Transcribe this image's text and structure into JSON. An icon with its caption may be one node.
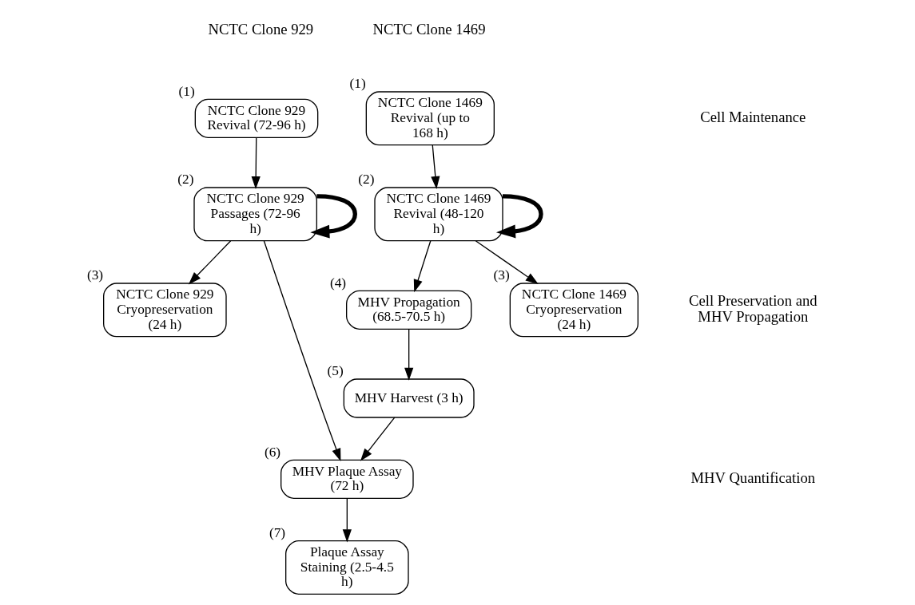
{
  "diagram": {
    "nodes": [
      {
        "text": [
          "NCTC Clone 929 Revival (72-96 h)"
        ],
        "beside": [
          "(1)"
        ]
      },
      {
        "text": [
          "NCTC Clone 929 Passages (72-96 h)"
        ],
        "beside": [
          "(2)"
        ]
      },
      {
        "text": [
          "NCTC Clone 1469 Revival (up to 168 h)"
        ],
        "beside": [
          "(1)"
        ]
      },
      {
        "text": [
          "NCTC Clone 1469 Revival (48-120 h)"
        ],
        "beside": [
          "(2)"
        ]
      },
      {
        "text": [
          "NCTC Clone 929 Cryopreservation (24 h)"
        ],
        "beside": [
          "(3)"
        ]
      },
      {
        "text": [
          "MHV Propagation (68.5-70.5 h)"
        ],
        "beside": [
          "(4)"
        ]
      },
      {
        "text": [
          "NCTC Clone 1469 Cryopreservation (24 h)"
        ],
        "beside": [
          "(3)"
        ]
      },
      {
        "text": [
          "MHV Harvest (3 h)"
        ],
        "beside": [
          "(5)"
        ]
      },
      {
        "text": [
          "MHV Plaque Assay (72 h)"
        ],
        "beside": [
          "(6)"
        ]
      },
      {
        "text": [
          "Plaque Assay Staining (2.5-4.5 h)"
        ],
        "beside": [
          "(7)"
        ]
      }
    ],
    "edges": [
      {
        "from": 0,
        "to": 1,
        "arrow": "to"
      },
      {
        "from": 1,
        "to": 1,
        "arrow": "to",
        "style": "thick"
      },
      {
        "from": 2,
        "to": 3,
        "arrow": "to"
      },
      {
        "from": 3,
        "to": 3,
        "arrow": "to",
        "style": "thick"
      },
      {
        "from": 1,
        "to": 4,
        "arrow": "to"
      },
      {
        "from": 1,
        "to": 8,
        "arrow": "to"
      },
      {
        "from": 3,
        "to": 5,
        "arrow": "to"
      },
      {
        "from": 3,
        "to": 6,
        "arrow": "to"
      },
      {
        "from": 5,
        "to": 7,
        "arrow": "to"
      },
      {
        "from": 7,
        "to": 8,
        "arrow": "to"
      },
      {
        "from": 8,
        "to": 9,
        "arrow": "to"
      }
    ],
    "labels": [
      "NCTC Clone 929",
      "NCTC Clone 1469",
      "Cell Maintenance",
      "Cell Preservation and MHV Propagation",
      "MHV Quantification"
    ]
  }
}
